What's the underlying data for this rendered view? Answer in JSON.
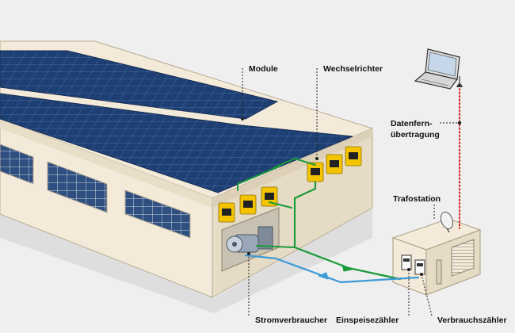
{
  "labels": {
    "module": "Module",
    "inverter": "Wechselrichter",
    "remote_line1": "Datenfern-",
    "remote_line2": "übertragung",
    "substation": "Trafostation",
    "consumer": "Stromverbraucher",
    "feed_meter": "Einspeisezähler",
    "consumption_meter": "Verbrauchszähler"
  },
  "colors": {
    "background": "#efefef",
    "building_wall": "#f3ead9",
    "building_side": "#e6dcc6",
    "panel_blue": "#1d3f73",
    "inverter_yellow": "#f5c400",
    "green_line": "#1a9b3c",
    "blue_line": "#3d9ad6",
    "red_dotted": "#d62020"
  }
}
